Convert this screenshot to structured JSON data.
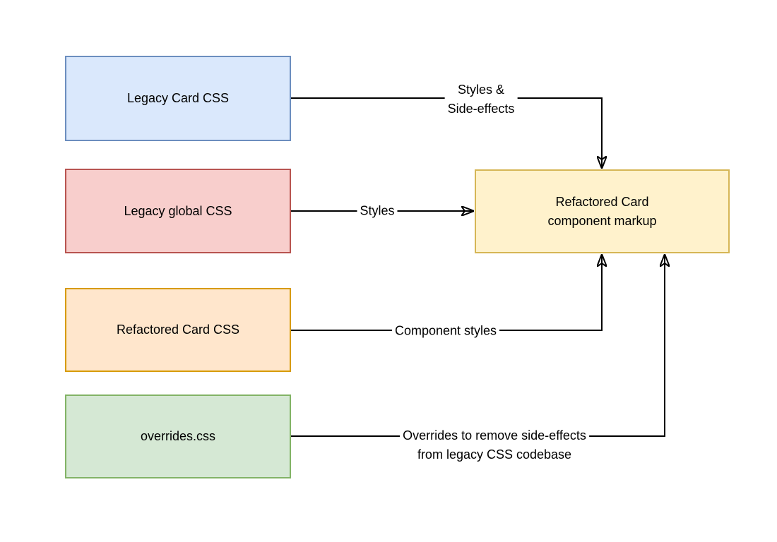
{
  "diagram": {
    "background_color": "#ffffff",
    "line_color": "#000000",
    "nodes": [
      {
        "id": "legacy-card-css",
        "label": "Legacy Card CSS",
        "fill": "#dae8fc",
        "stroke": "#6c8ebf"
      },
      {
        "id": "legacy-global-css",
        "label": "Legacy global CSS",
        "fill": "#f8cecc",
        "stroke": "#b85450"
      },
      {
        "id": "refactored-card-css",
        "label": "Refactored Card CSS",
        "fill": "#ffe6cc",
        "stroke": "#d79b00"
      },
      {
        "id": "overrides-css",
        "label": "overrides.css",
        "fill": "#d5e8d4",
        "stroke": "#82b366"
      },
      {
        "id": "refactored-card-markup",
        "label": "Refactored Card\ncomponent markup",
        "fill": "#fff2cc",
        "stroke": "#d6b656"
      }
    ],
    "edges": [
      {
        "from": "legacy-card-css",
        "to": "refactored-card-markup",
        "label": "Styles &\nSide-effects"
      },
      {
        "from": "legacy-global-css",
        "to": "refactored-card-markup",
        "label": "Styles"
      },
      {
        "from": "refactored-card-css",
        "to": "refactored-card-markup",
        "label": "Component styles"
      },
      {
        "from": "overrides-css",
        "to": "refactored-card-markup",
        "label": "Overrides to remove side-effects\nfrom legacy CSS codebase"
      }
    ]
  }
}
